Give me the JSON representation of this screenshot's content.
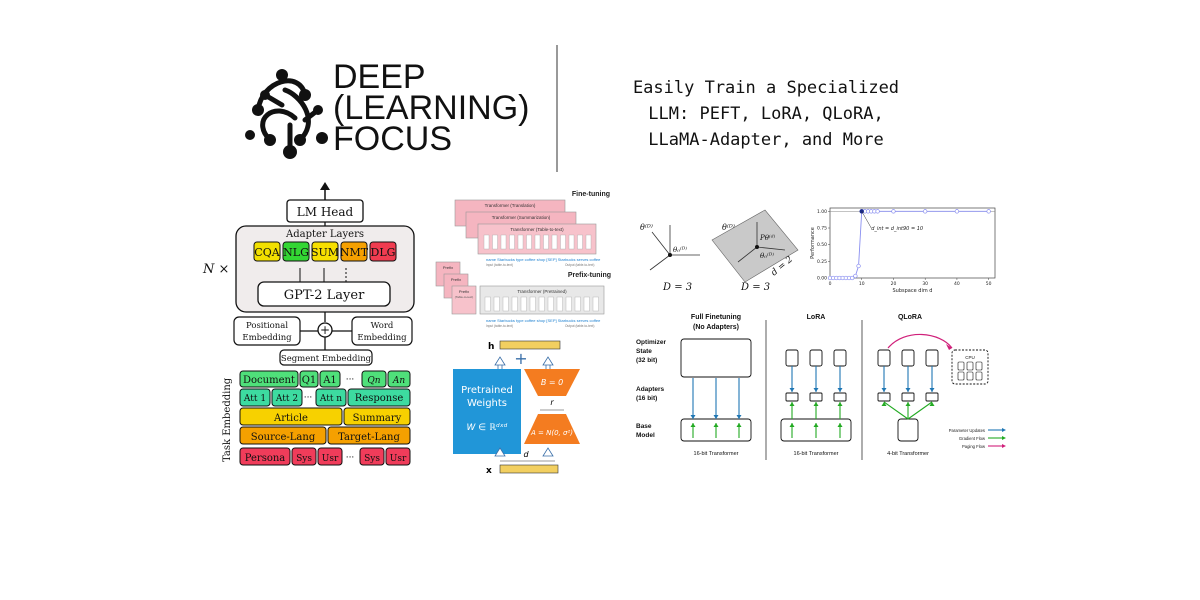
{
  "header": {
    "logo_lines": [
      "DEEP",
      "(LEARNING)",
      "FOCUS"
    ],
    "title_lines": [
      "Easily Train a Specialized",
      "LLM: PEFT, LoRA, QLoRA,",
      "LLaMA-Adapter, and More"
    ]
  },
  "adapter": {
    "lm_head": "LM Head",
    "adapter_layers": "Adapter Layers",
    "tags": [
      {
        "label": "CQA",
        "color": "#f2e000"
      },
      {
        "label": "NLG",
        "color": "#33d633"
      },
      {
        "label": "SUM",
        "color": "#f7df00"
      },
      {
        "label": "NMT",
        "color": "#f5a000"
      },
      {
        "label": "DLG",
        "color": "#f03c50"
      }
    ],
    "gpt2": "GPT-2 Layer",
    "n_times": "N ×",
    "positional": [
      "Positional",
      "Embedding"
    ],
    "word": [
      "Word",
      "Embedding"
    ],
    "plus": "+",
    "segment": "Segment Embedding",
    "task_embedding": "Task Embedding",
    "row1": [
      "Document",
      "Q1",
      "A1",
      "···",
      "Qn",
      "An"
    ],
    "row2": [
      "Att 1",
      "Att 2",
      "···",
      "Att n",
      "Response"
    ],
    "row3": [
      "Article",
      "Summary"
    ],
    "row4": [
      "Source-Lang",
      "Target-Lang"
    ],
    "row5": [
      "Persona",
      "Sys",
      "Usr",
      "···",
      "Sys",
      "Usr"
    ],
    "colors": {
      "green": "#4fe07a",
      "teal": "#3ddba0",
      "yellow": "#f7d100",
      "orange": "#f5a000",
      "red": "#f03c5a"
    }
  },
  "prefix": {
    "fine_tuning": "Fine-tuning",
    "prefix_tuning": "Prefix-tuning",
    "stack": [
      "Transformer (Translation)",
      "Transformer (Summarization)",
      "Transformer (Table-to-text)"
    ],
    "pretrained": "Transformer (Pretrained)",
    "prefix_labels": [
      "Prefix",
      "Prefix",
      "Prefix"
    ],
    "prefix_sub": "(Table-to-text)",
    "tokens_a": "name  Starbucks  type  coffee  shop  [SEP]  Starbucks  serves  coffee",
    "sub_a": [
      "Input (table-to-text)",
      "Output (table-to-text)"
    ]
  },
  "lora": {
    "h": "h",
    "x": "x",
    "weights": [
      "Pretrained",
      "Weights"
    ],
    "w_eq": "W ∈ ℝᵈˣᵈ",
    "b_eq": "B = 0",
    "a_eq": "A = N(0, σ²)",
    "r": "r",
    "d": "d"
  },
  "subspace": {
    "theta_d": "θ⁽ᴰ⁾",
    "theta0": "θ₀⁽ᴰ⁾",
    "ptheta": "Pθ⁽ᵈ⁾",
    "d_eq2": "d = 2",
    "d_eq3a": "D = 3",
    "d_eq3b": "D = 3"
  },
  "chart_data": {
    "type": "scatter",
    "x": [
      0,
      1,
      2,
      3,
      4,
      5,
      6,
      7,
      8,
      9,
      10,
      11,
      12,
      13,
      14,
      15,
      20,
      30,
      40,
      50
    ],
    "values": [
      0.0,
      0.0,
      0.0,
      0.0,
      0.0,
      0.0,
      0.0,
      0.0,
      0.03,
      0.18,
      1.0,
      1.0,
      1.0,
      1.0,
      1.0,
      1.0,
      1.0,
      1.0,
      1.0,
      1.0
    ],
    "xlabel": "Subspace dim d",
    "ylabel": "Performance",
    "xticks": [
      "0",
      "10",
      "20",
      "30",
      "40",
      "50"
    ],
    "yticks": [
      "0.00",
      "0.25",
      "0.50",
      "0.75",
      "1.00"
    ],
    "xlim": [
      0,
      52
    ],
    "ylim": [
      0,
      1.05
    ],
    "annotation": "d_int = d_int90 = 10",
    "color": "#8a8ff0"
  },
  "qlora": {
    "col_titles": [
      "Full Finetuning",
      "LoRA",
      "QLoRA"
    ],
    "col_sub": "(No Adapters)",
    "row_labels": [
      [
        "Optimizer",
        "State",
        "(32 bit)"
      ],
      [
        "Adapters",
        "(16 bit)"
      ],
      [
        "Base",
        "Model"
      ]
    ],
    "bottom": [
      "16-bit Transformer",
      "16-bit Transformer",
      "4-bit Transformer"
    ],
    "cpu": "CPU",
    "legend": [
      "Parameter Updates",
      "Gradient Flow",
      "Paging Flow"
    ],
    "legend_colors": [
      "#1f77b4",
      "#22aa22",
      "#d0207a"
    ]
  }
}
